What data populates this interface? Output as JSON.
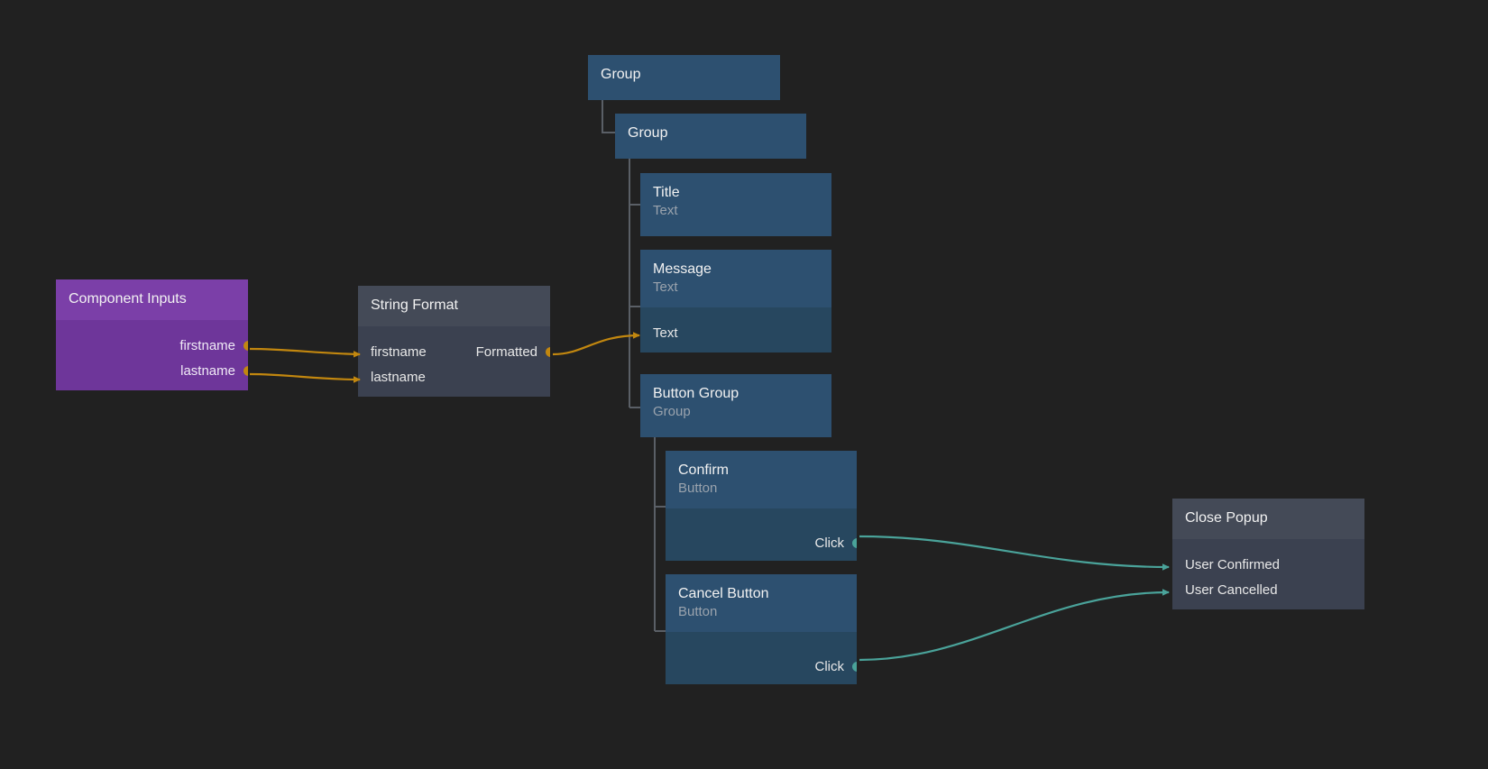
{
  "graph": {
    "background_color": "#212121",
    "wire_colors": {
      "data": "#c2870f",
      "event": "#4aa39a",
      "tree": "#5a5f66"
    }
  },
  "nodes": {
    "component_inputs": {
      "title": "Component Inputs",
      "subtitle": "",
      "kind": "purple",
      "outputs": [
        {
          "label": "firstname"
        },
        {
          "label": "lastname"
        }
      ]
    },
    "string_format": {
      "title": "String Format",
      "subtitle": "",
      "kind": "gray",
      "inputs": [
        {
          "label": "firstname"
        },
        {
          "label": "lastname"
        }
      ],
      "outputs": [
        {
          "label": "Formatted"
        }
      ]
    },
    "group_outer": {
      "title": "Group",
      "subtitle": "",
      "kind": "blue"
    },
    "group_inner": {
      "title": "Group",
      "subtitle": "",
      "kind": "blue"
    },
    "title_text": {
      "title": "Title",
      "subtitle": "Text",
      "kind": "blue"
    },
    "message_text": {
      "title": "Message",
      "subtitle": "Text",
      "kind": "blue",
      "inputs": [
        {
          "label": "Text"
        }
      ]
    },
    "button_group": {
      "title": "Button Group",
      "subtitle": "Group",
      "kind": "blue"
    },
    "confirm_button": {
      "title": "Confirm",
      "subtitle": "Button",
      "kind": "blue",
      "outputs": [
        {
          "label": "Click"
        }
      ]
    },
    "cancel_button": {
      "title": "Cancel Button",
      "subtitle": "Button",
      "kind": "blue",
      "outputs": [
        {
          "label": "Click"
        }
      ]
    },
    "close_popup": {
      "title": "Close Popup",
      "subtitle": "",
      "kind": "gray",
      "inputs": [
        {
          "label": "User Confirmed"
        },
        {
          "label": "User Cancelled"
        }
      ]
    }
  }
}
